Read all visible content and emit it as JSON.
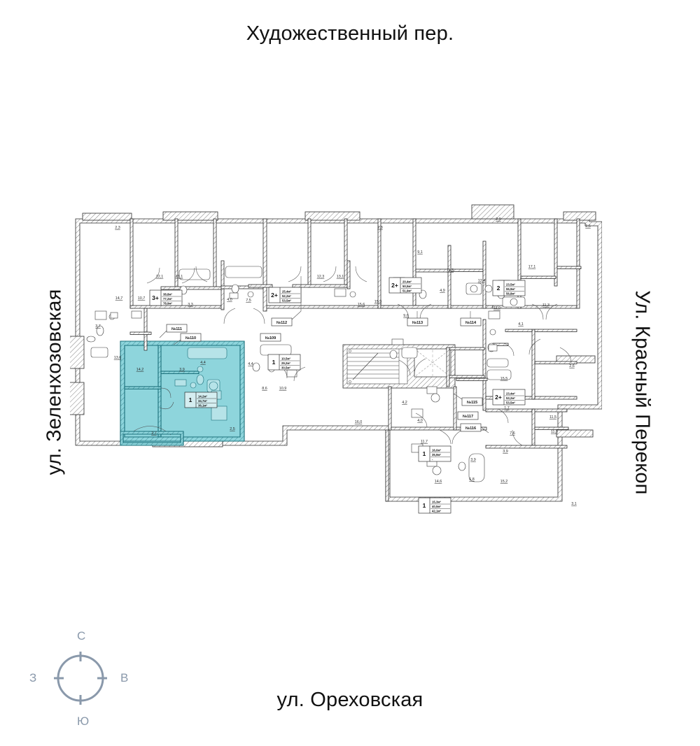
{
  "page": {
    "type": "apartment-floor-plan",
    "building_section_title": "Художественный пер."
  },
  "streets": {
    "top": "Художественный пер.",
    "bottom": "ул. Ореховская",
    "left": "ул. Зеленхозовская",
    "right": "Ул. Красный Перекоп"
  },
  "compass": {
    "north": "С",
    "south": "Ю",
    "west": "З",
    "east": "В",
    "ring_color": "#8a99ab"
  },
  "colors": {
    "highlight_fill": "#8ed5dc",
    "highlight_stroke": "#1a6f7a",
    "wall": "#2b2b2b",
    "thin_line": "#555555",
    "text": "#111111",
    "dimension_text": "#333333"
  },
  "highlighted_apartment": {
    "number": "№110",
    "rooms": "1",
    "living_area": "14,2м²",
    "area": "34,7м²",
    "total_area": "36,1м²",
    "room_dimensions": [
      "14,2",
      "3,9",
      "4,4",
      "2,7",
      "13,6"
    ]
  },
  "apartments": [
    {
      "number": "№111",
      "rooms": "3+",
      "living": "38,8м²",
      "area": "77,2м²",
      "total": "78,9м²"
    },
    {
      "number": "№110",
      "rooms": "1",
      "living": "14,2м²",
      "area": "34,7м²",
      "total": "36,1м²"
    },
    {
      "number": "№109",
      "rooms": "1",
      "living": "10,5м²",
      "area": "29,2м²",
      "total": "30,5м²"
    },
    {
      "number": "№112",
      "rooms": "2+",
      "living": "25,4м²",
      "area": "52,2м²",
      "total": "53,5м²"
    },
    {
      "number": "№113",
      "rooms": "2+",
      "living": "20,4м²",
      "area": "50,5м²",
      "total": "51,9м²"
    },
    {
      "number": "№114",
      "rooms": "2",
      "living": "23,5м²",
      "area": "55,9м²",
      "total": "56,8м²"
    },
    {
      "number": "№115",
      "rooms": "2+",
      "living": "23,4м²",
      "area": "53,2м²",
      "total": "53,5м²"
    },
    {
      "number": "№117",
      "rooms": "1",
      "living": "16,0м²",
      "area": "35,9м²",
      "total": "-"
    },
    {
      "number": "№116",
      "rooms": "1",
      "living": "15,3м²",
      "area": "40,5м²",
      "total": "42,1м²"
    }
  ],
  "apartment_labels": {
    "a111": {
      "n": "№111",
      "r": "3+",
      "l": "38,8м²",
      "a": "77,2м²",
      "t": "78,9м²"
    },
    "a110": {
      "n": "№110",
      "r": "1",
      "l": "14,2м²",
      "a": "34,7м²",
      "t": "36,1м²"
    },
    "a109": {
      "n": "№109",
      "r": "1",
      "l": "10,5м²",
      "a": "29,2м²",
      "t": "30,5м²"
    },
    "a112": {
      "n": "№112",
      "r": "2+",
      "l": "25,4м²",
      "a": "52,2м²",
      "t": "53,5м²"
    },
    "a113": {
      "n": "№113",
      "r": "2+",
      "l": "20,4м²",
      "a": "50,5м²",
      "t": "51,9м²"
    },
    "a114": {
      "n": "№114",
      "r": "2",
      "l": "23,5м²",
      "a": "55,9м²",
      "t": "56,8м²"
    },
    "a115": {
      "n": "№115",
      "r": "2+",
      "l": "23,4м²",
      "a": "53,2м²",
      "t": "53,5м²"
    },
    "a117": {
      "n": "№117",
      "r": "1",
      "l": "16,0м²",
      "a": "35,9м²",
      "t": "-"
    },
    "a116": {
      "n": "№116",
      "r": "1",
      "l": "15,3м²",
      "a": "40,5м²",
      "t": "42,1м²"
    }
  },
  "dimensions": {
    "d01": "2,3",
    "d02": "2,5",
    "d03": "2,9",
    "d04": "12,1",
    "d05": "13,1",
    "d06": "12,3",
    "d07": "13,1",
    "d08": "14,7",
    "d09": "10,7",
    "d10": "3,3",
    "d11": "4,0",
    "d12": "7,5",
    "d13": "15,3",
    "d14": "3,7",
    "d15": "13,6",
    "d16": "14,2",
    "d17": "3,9",
    "d18": "4,4",
    "d19": "4,4",
    "d20": "8,6",
    "d21": "10,9",
    "d22": "2,7",
    "d23": "2,5",
    "d24": "9,1",
    "d25": "11,3",
    "d26": "4,9",
    "d27": "9,6",
    "d28": "12,4",
    "d29": "17,1",
    "d30": "11,0",
    "d31": "11,3",
    "d32": "15,6",
    "d33": "4,1",
    "d34": "2,6",
    "d35": "15,5",
    "d36": "11,5",
    "d37": "7,6",
    "d38": "11,9",
    "d39": "3,9",
    "d40": "4,2",
    "d41": "4,0",
    "d42": "16,0",
    "d43": "11,7",
    "d44": "1,7",
    "d45": "14,6",
    "d46": "6,8",
    "d47": "15,2",
    "d48": "3,1",
    "d49": "3,9",
    "d50": "2,8"
  }
}
